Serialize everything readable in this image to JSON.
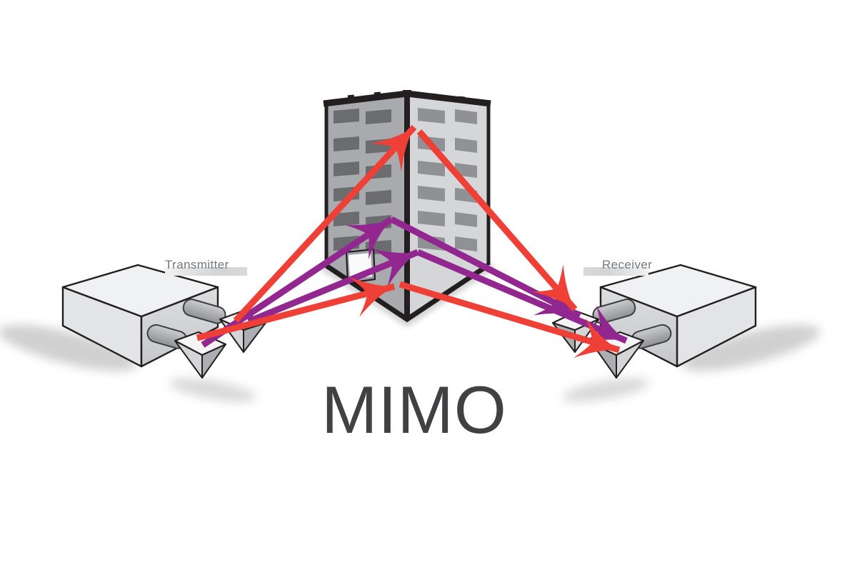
{
  "diagram": {
    "title": "MIMO",
    "labels": {
      "transmitter": "Transmitter",
      "receiver": "Receiver"
    },
    "signals": [
      {
        "name": "red-path-high",
        "color_key": "signal_red",
        "from": "transmitter-rear-horn-antenna",
        "bounce": "building-top-corner",
        "to": "receiver-rear-horn-antenna"
      },
      {
        "name": "red-path-low",
        "color_key": "signal_red",
        "from": "transmitter-front-horn-antenna",
        "bounce": "building-lower-left-face",
        "to": "receiver-front-horn-antenna"
      },
      {
        "name": "purple-path-mid",
        "color_key": "signal_purple",
        "from": "transmitter-front-horn-antenna",
        "bounce": "building-mid-left-face",
        "to": "receiver-rear-horn-antenna"
      },
      {
        "name": "purple-path-lower",
        "color_key": "signal_purple",
        "from": "transmitter-rear-horn-antenna",
        "bounce": "building-lower-mid-face",
        "to": "receiver-front-horn-antenna"
      }
    ],
    "colors": {
      "signal_red": "#EE4036",
      "signal_purple": "#92278F",
      "building_left_face": "#A8AAAD",
      "building_right_face": "#D5D6D8",
      "window_dark": "#6B6C6F",
      "window_light": "#8F9194",
      "building_outline": "#231F20",
      "horn_opening": "#F4F4F5",
      "label_text": "#77787B",
      "title_text": "#414042",
      "background": "#FFFFFF"
    }
  }
}
